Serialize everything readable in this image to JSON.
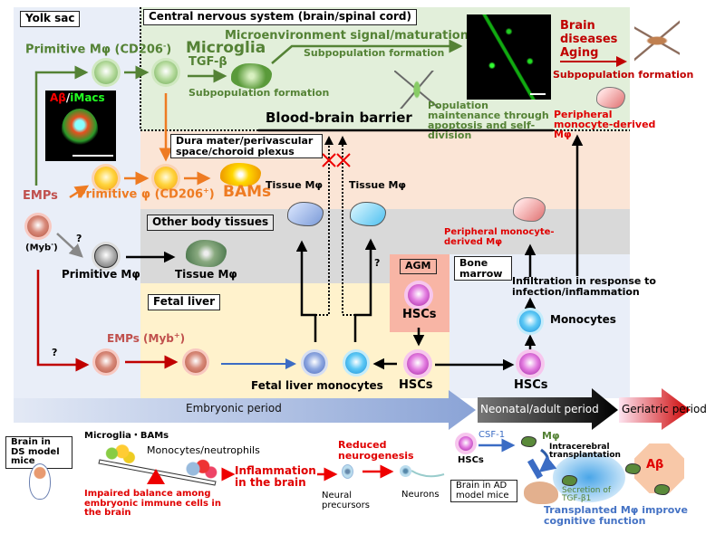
{
  "colors": {
    "green": "#4e8a2e",
    "orange": "#ee7b22",
    "red": "#e00000",
    "darkred": "#c00000",
    "blue": "#3b6cc4",
    "cns_bg": "#e2efda",
    "bam_bg": "#fbe5d6",
    "tissue_bg": "#d9d9d9",
    "liver_bg": "#fff2cc",
    "agm_bg": "#f8b5a5",
    "yolk_bg": "#e9eef8"
  },
  "regions": {
    "yolk_sac": "Yolk sac",
    "cns": "Central nervous system (brain/spinal cord)",
    "dura": "Dura mater/perivascular space/choroid plexus",
    "other_tissues": "Other body tissues",
    "fetal_liver": "Fetal liver",
    "agm": "AGM",
    "bone_marrow": "Bone marrow"
  },
  "top": {
    "primitive_mphi_cd206neg": "Primitive Mφ (CD206",
    "cd206neg_sup": "-",
    "close_paren": ")",
    "microglia": "Microglia",
    "tgf_beta": "TGF-β",
    "subpop_1": "Subpopulation formation",
    "microenv": "Microenvironment signal/maturation",
    "subpop_2": "Subpopulation formation",
    "brain_diseases": "Brain diseases Aging",
    "subpop_3": "Subpopulation formation",
    "peripheral_mono_mphi_top": "Peripheral monocyte-derived Mφ",
    "population_maintenance": "Population maintenance through apoptosis and self-division",
    "bbb": "Blood-brain barrier",
    "abeta_imacs_abeta": "Aβ",
    "abeta_imacs_slash": "/",
    "abeta_imacs_imacs": "iMacs"
  },
  "mid": {
    "emps": "EMPs",
    "myb_neg": "(Myb",
    "myb_neg_sup": "-",
    "close_paren": ")",
    "primitive_phi_cd206pos": "Primitive φ (CD206",
    "cd206pos_sup": "+",
    "bams": "BAMs",
    "tissue_mphi_1": "Tissue Mφ",
    "tissue_mphi_2": "Tissue Mφ",
    "question": "?",
    "primitive_mphi": "Primitive Mφ",
    "tissue_mphi_3": "Tissue Mφ",
    "emps_mybpos": "EMPs (Myb",
    "mybpos_sup": "+",
    "fetal_liver_monocytes": "Fetal liver monocytes",
    "hscs": "HSCs",
    "monocytes": "Monocytes",
    "infiltration": "Infiltration in response to infection/inflammation",
    "peripheral_mono_mphi": "Peripheral monocyte-derived Mφ"
  },
  "periods": [
    "Embryonic period",
    "Neonatal/adult period",
    "Geriatric period"
  ],
  "bottom": {
    "ds_box": "Brain in DS model mice",
    "microglia_bams": "Microglia・BAMs",
    "mono_neutro": "Monocytes/neutrophils",
    "inflammation": "Inflammation in the brain",
    "impaired": "Impaired balance among embryonic immune cells in the brain",
    "reduced_neuro": "Reduced neurogenesis",
    "neural_precursors": "Neural precursors",
    "neurons": "Neurons",
    "ad_box": "Brain in AD model mice",
    "hscs": "HSCs",
    "csf1": "CSF-1",
    "mphi": "Mφ",
    "intracerebral": "Intracerebral transplantation",
    "secretion": "Secretion of TGF-β1",
    "abeta": "Aβ",
    "transplanted": "Transplanted Mφ improve cognitive function"
  }
}
